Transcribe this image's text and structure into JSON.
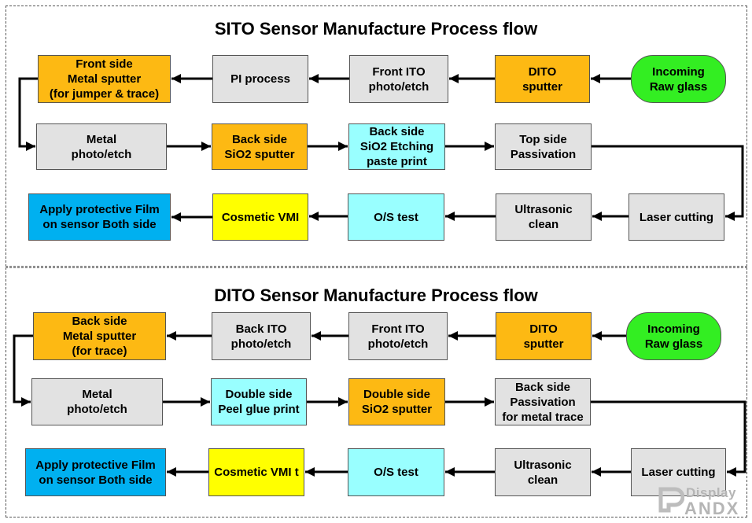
{
  "sections": [
    {
      "title": "SITO Sensor Manufacture Process flow",
      "steps": [
        {
          "label": "Incoming\nRaw glass",
          "color": "#33ee22"
        },
        {
          "label": "DITO\nsputter",
          "color": "#fdb913"
        },
        {
          "label": "Front ITO\nphoto/etch",
          "color": "#e2e2e2"
        },
        {
          "label": "PI process",
          "color": "#e2e2e2"
        },
        {
          "label": "Front side\nMetal sputter\n(for jumper & trace)",
          "color": "#fdb913"
        },
        {
          "label": "Metal\nphoto/etch",
          "color": "#e2e2e2"
        },
        {
          "label": "Back side\nSiO2 sputter",
          "color": "#fdb913"
        },
        {
          "label": "Back side\nSiO2 Etching\npaste print",
          "color": "#99ffff"
        },
        {
          "label": "Top side\nPassivation",
          "color": "#e2e2e2"
        },
        {
          "label": "Laser cutting",
          "color": "#e2e2e2"
        },
        {
          "label": "Ultrasonic\nclean",
          "color": "#e2e2e2"
        },
        {
          "label": "O/S test",
          "color": "#99ffff"
        },
        {
          "label": "Cosmetic VMI",
          "color": "#ffff00"
        },
        {
          "label": "Apply protective Film\non sensor Both side",
          "color": "#00b0f0"
        }
      ]
    },
    {
      "title": "DITO Sensor Manufacture Process flow",
      "steps": [
        {
          "label": "Incoming\nRaw glass",
          "color": "#33ee22"
        },
        {
          "label": "DITO\nsputter",
          "color": "#fdb913"
        },
        {
          "label": "Front ITO\nphoto/etch",
          "color": "#e2e2e2"
        },
        {
          "label": "Back ITO\nphoto/etch",
          "color": "#e2e2e2"
        },
        {
          "label": "Back side\nMetal sputter\n(for trace)",
          "color": "#fdb913"
        },
        {
          "label": "Metal\nphoto/etch",
          "color": "#e2e2e2"
        },
        {
          "label": "Double side\nPeel glue print",
          "color": "#99ffff"
        },
        {
          "label": "Double side\nSiO2 sputter",
          "color": "#fdb913"
        },
        {
          "label": "Back side\nPassivation\nfor metal trace",
          "color": "#e2e2e2"
        },
        {
          "label": "Laser cutting",
          "color": "#e2e2e2"
        },
        {
          "label": "Ultrasonic\nclean",
          "color": "#e2e2e2"
        },
        {
          "label": "O/S test",
          "color": "#99ffff"
        },
        {
          "label": "Cosmetic VMI t",
          "color": "#ffff00"
        },
        {
          "label": "Apply protective Film\non sensor Both side",
          "color": "#00b0f0"
        }
      ]
    }
  ],
  "watermark": {
    "line1": "Display",
    "line2": "ANDX"
  }
}
